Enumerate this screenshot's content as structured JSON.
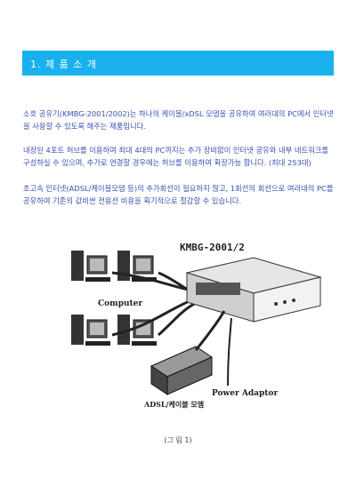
{
  "section": {
    "title": "1. 제 품 소 개"
  },
  "paragraphs": [
    "소호 공유기(KMBG-2001/2002)는 하나의 케이블/xDSL 모뎀을 공유하여 여러대의 PC에서 인터넷을 사용할 수 있도록 해주는 제품입니다.",
    "내장된 4포트 허브를 이용하여 최대 4대의 PC까지는 추가 장비없이 인터넷 공유와 내부 네트워크를 구성하실 수 있으며, 추가로 연결할 경우에는 허브를 이용하여 확장가능 합니다. (최대 253대)",
    "초고속 인터넷(ADSL/케이블모뎀 등)의 추가회선이 필요하지 않고, 1회선의 회선으로 여러대의 PC를 공유하여 기존의 값비싼 전용선 비용을 획기적으로 절감할 수 있습니다."
  ],
  "figure": {
    "device_label": "KMBG-2001/2",
    "computer_label": "Computer",
    "modem_label": "ADSL/케이블 모뎀",
    "power_label": "Power Adaptor",
    "caption": "(그 림 1)"
  }
}
